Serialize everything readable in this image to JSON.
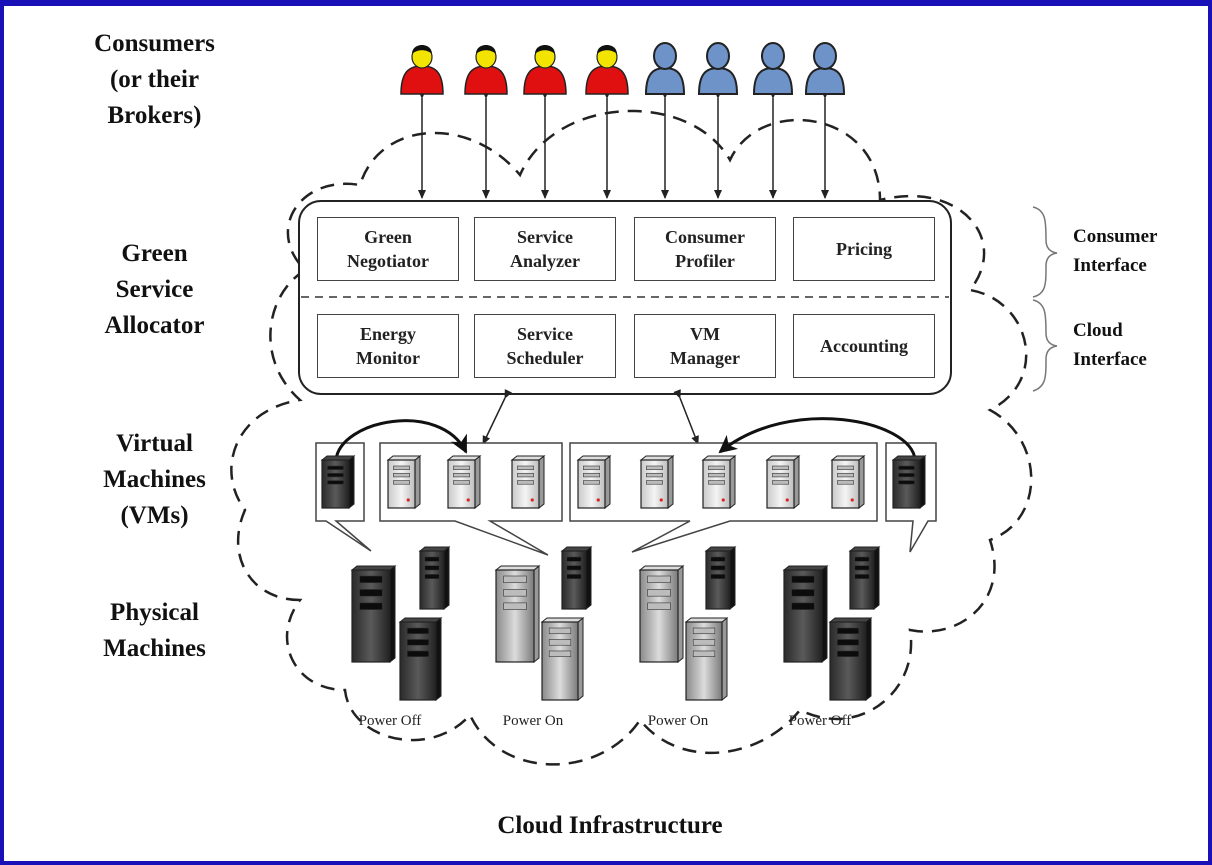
{
  "colors": {
    "frame": "#1a10b8",
    "consumer_red": "#e01010",
    "consumer_blue": "#6d93c9"
  },
  "left_labels": {
    "consumers": "Consumers\n(or their\nBrokers)",
    "green_service_allocator": "Green\nService\nAllocator",
    "virtual_machines": "Virtual\nMachines\n(VMs)",
    "physical_machines": "Physical\nMachines"
  },
  "right_labels": {
    "consumer_interface": "Consumer\nInterface",
    "cloud_interface": "Cloud\nInterface"
  },
  "allocator": {
    "consumer_modules": [
      "Green\nNegotiator",
      "Service\nAnalyzer",
      "Consumer\nProfiler",
      "Pricing"
    ],
    "cloud_modules": [
      "Energy\nMonitor",
      "Service\nScheduler",
      "VM\nManager",
      "Accounting"
    ]
  },
  "consumers": [
    {
      "icon": "red-consumer-icon"
    },
    {
      "icon": "red-consumer-icon"
    },
    {
      "icon": "red-consumer-icon"
    },
    {
      "icon": "red-consumer-icon"
    },
    {
      "icon": "blue-consumer-icon"
    },
    {
      "icon": "blue-consumer-icon"
    },
    {
      "icon": "blue-consumer-icon"
    },
    {
      "icon": "blue-consumer-icon"
    }
  ],
  "power_states": [
    "Power Off",
    "Power On",
    "Power On",
    "Power Off"
  ],
  "cloud_label": "Cloud Infrastructure"
}
